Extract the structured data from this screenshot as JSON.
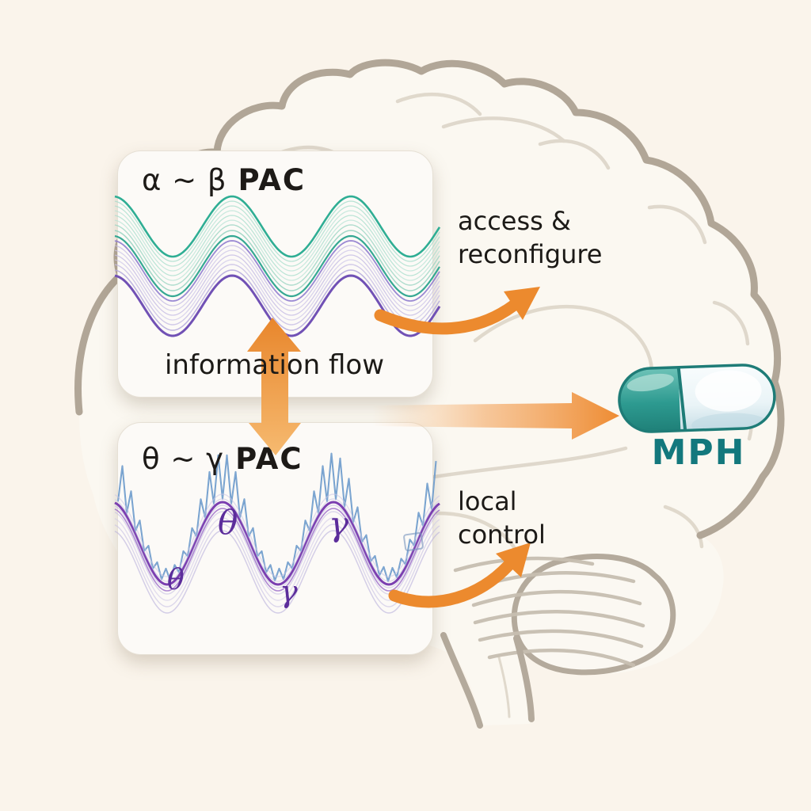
{
  "figure": {
    "background": "#faf4eb",
    "brain_outline_color": "#b1a697"
  },
  "panels": {
    "top": {
      "greek": "α ~ β",
      "pac": "PAC"
    },
    "bottom": {
      "greek": "θ ~ γ",
      "pac": "PAC",
      "annotations": [
        "θ",
        "γ",
        "θ",
        "γ"
      ]
    }
  },
  "labels": {
    "information_flow": "information flow",
    "access_line1": "access &",
    "access_line2": "reconfigure",
    "local_line1": "local",
    "local_line2": "control"
  },
  "pill": {
    "label": "MPH",
    "cap_color": "#2d9a90",
    "body_color": "#eaf4f7",
    "outline_color": "#1e7c77",
    "label_color": "#13787d"
  },
  "colors": {
    "accent_orange": "#ec8a2e",
    "teal_wave": "#2fae94",
    "purple_wave": "#7151b5",
    "gamma_blue": "#5b8fc4",
    "theta_purple": "#7b3fb0"
  }
}
